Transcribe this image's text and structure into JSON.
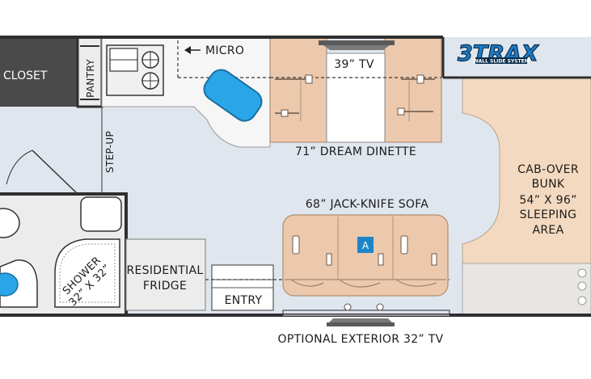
{
  "labels": {
    "closet": "CLOSET",
    "pantry": "PANTRY",
    "micro": "MICRO",
    "tv_39": "39” TV",
    "dinette": "71” DREAM DINETTE",
    "step_up": "STEP-UP",
    "sofa": "68” JACK-KNIFE SOFA",
    "shower_line1": "SHOWER",
    "shower_line2": "32” X 32”",
    "fridge_line1": "RESIDENTIAL",
    "fridge_line2": "FRIDGE",
    "entry": "ENTRY",
    "cab_over_line1": "CAB-OVER",
    "cab_over_line2": "BUNK",
    "cab_over_line3": "54” X 96”",
    "cab_over_line4": "SLEEPING",
    "cab_over_line5": "AREA",
    "exterior_tv": "OPTIONAL EXTERIOR 32” TV",
    "sofa_marker": "A"
  },
  "logo": {
    "wordmark": "3TRAX",
    "tagline": "WALL SLIDE SYSTEM"
  },
  "colors": {
    "floor": "#dfe6ee",
    "wall": "#2f2f2f",
    "closet": "#4a4a4a",
    "cab_over": "#f3d9bf",
    "upholstery": "#ecc9ad",
    "sink_blue": "#2aa6e8",
    "logo_blue": "#1e7bc6",
    "marker_blue": "#1e86c8",
    "slide_fill": "#f5f5f5"
  }
}
